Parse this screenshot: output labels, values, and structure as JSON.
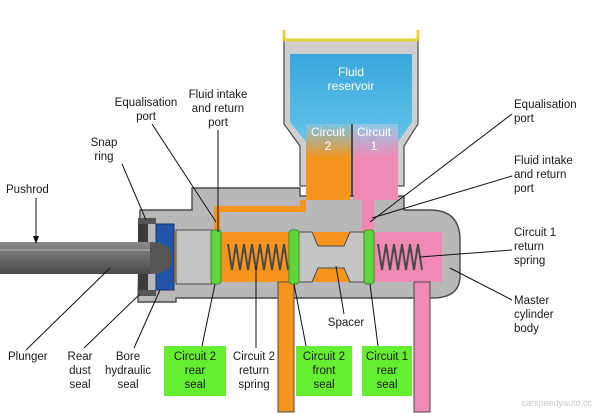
{
  "colors": {
    "fluid_top": "#4fb3e0",
    "fluid_bottom": "#69c5e8",
    "circuit2_fluid": "#f7941d",
    "circuit1_fluid": "#f08ab4",
    "body": "#b8b8b8",
    "body_edge": "#4a4a4a",
    "reservoir_rim": "#e8d23c",
    "seal_green": "#5fd63c",
    "label_box_green": "#66ee33",
    "pushrod": "#666666",
    "hydraulic_seal": "#2255aa"
  },
  "reservoir": {
    "line1": "Fluid",
    "line2": "reservoir"
  },
  "circuits": {
    "c2_line1": "Circuit",
    "c2_line2": "2",
    "c1_line1": "Circuit",
    "c1_line2": "1"
  },
  "labels": {
    "pushrod": "Pushrod",
    "snap_ring": [
      "Snap",
      "ring"
    ],
    "equalisation_port_left": [
      "Equalisation",
      "port"
    ],
    "fluid_intake_left": [
      "Fluid intake",
      "and return",
      "port"
    ],
    "equalisation_port_right": [
      "Equalisation",
      "port"
    ],
    "fluid_intake_right": [
      "Fluid intake",
      "and return",
      "port"
    ],
    "circuit1_return_spring": [
      "Circuit 1",
      "return",
      "spring"
    ],
    "master_cylinder_body": [
      "Master",
      "cylinder",
      "body"
    ],
    "plunger": "Plunger",
    "rear_dust_seal": [
      "Rear",
      "dust",
      "seal"
    ],
    "bore_hydraulic_seal": [
      "Bore",
      "hydraulic",
      "seal"
    ],
    "circuit2_return_spring": [
      "Circuit 2",
      "return",
      "spring"
    ],
    "spacer": "Spacer"
  },
  "boxed_labels": {
    "circuit2_rear_seal": [
      "Circuit 2",
      "rear",
      "seal"
    ],
    "circuit2_front_seal": [
      "Circuit 2",
      "front",
      "seal"
    ],
    "circuit1_rear_seal": [
      "Circuit 1",
      "rear",
      "seal"
    ]
  },
  "watermark": "carspeedyauto.cc"
}
